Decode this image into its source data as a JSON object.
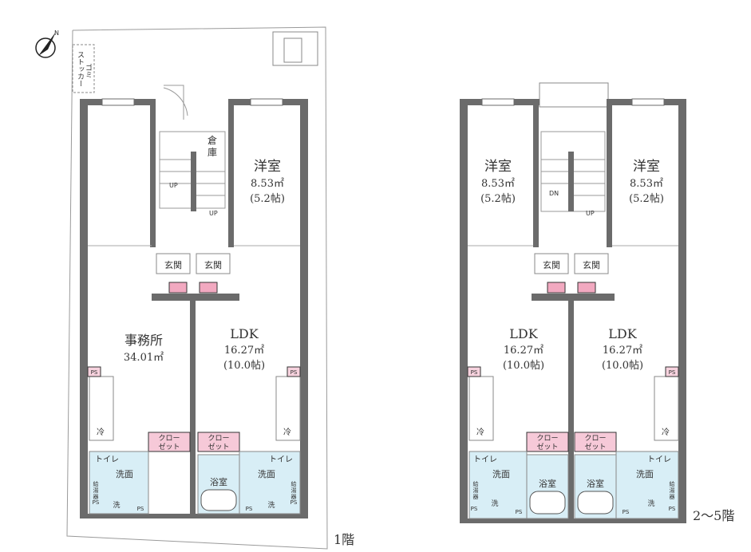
{
  "floor1": {
    "floor_label": "1階",
    "garbage": [
      "ゴミ",
      "ストッカー"
    ],
    "storage": [
      "倉",
      "庫"
    ],
    "stair": {
      "up1": "UP",
      "up2": "UP"
    },
    "room_west": [
      "洋室",
      "8.53㎡",
      "(5.2帖)"
    ],
    "entrance_left": "玄関",
    "entrance_right": "玄関",
    "office": [
      "事務所",
      "34.01㎡"
    ],
    "ldk": [
      "LDK",
      "16.27㎡",
      "(10.0帖)"
    ],
    "ps": "PS",
    "fridge": "冷",
    "closet": [
      "クロー",
      "ゼット"
    ],
    "toilet": "トイレ",
    "wash": "洗面",
    "bath": "浴室",
    "heater": [
      "給",
      "湯",
      "器"
    ],
    "washer": "洗"
  },
  "floor2": {
    "floor_label": "2〜5階",
    "room_left": [
      "洋室",
      "8.53㎡",
      "(5.2帖)"
    ],
    "room_right": [
      "洋室",
      "8.53㎡",
      "(5.2帖)"
    ],
    "stair": {
      "dn": "DN",
      "up": "UP"
    },
    "entrance_left": "玄関",
    "entrance_right": "玄関",
    "ldk_left": [
      "LDK",
      "16.27㎡",
      "(10.0帖)"
    ],
    "ldk_right": [
      "LDK",
      "16.27㎡",
      "(10.0帖)"
    ],
    "ps": "PS",
    "fridge": "冷",
    "closet": [
      "クロー",
      "ゼット"
    ],
    "toilet": "トイレ",
    "wash": "洗面",
    "bath": "浴室",
    "heater": [
      "給",
      "湯",
      "器"
    ],
    "washer": "洗"
  },
  "colors": {
    "wall": "#6b6b6b",
    "wet_area": "#d8eef6",
    "closet": "#f6c9d8",
    "entrance_mat": "#f2a9c0",
    "ps_fill": "#f7d2de"
  }
}
